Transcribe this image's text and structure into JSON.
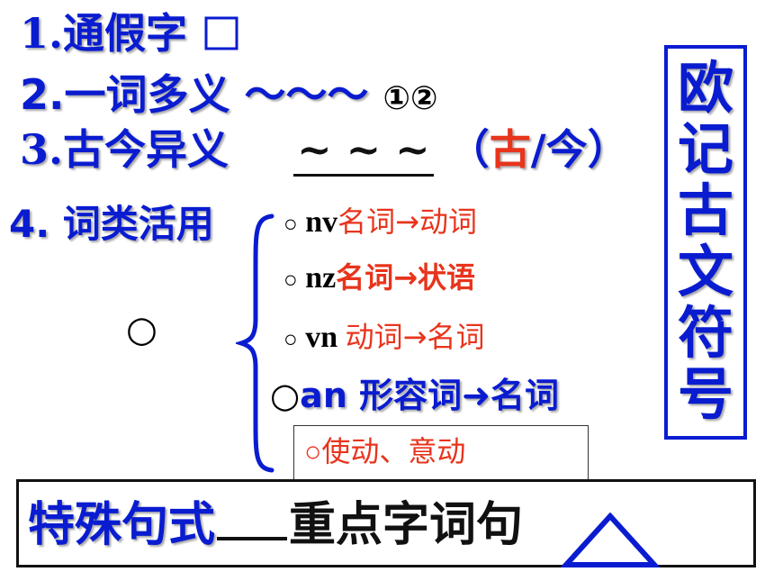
{
  "items": {
    "line1": "1.通假字",
    "line2": "2.一词多义",
    "line2_wave": "～～～",
    "line2_marks": "①②",
    "line3": "3.古今异义",
    "line3_tildes": "~ ~ ~",
    "line3_paren_open": "（",
    "line3_gu": "古",
    "line3_slash": "/",
    "line3_jin": "今",
    "line3_paren_close": "）",
    "line4": "4. 词类活用"
  },
  "conversions": [
    {
      "marker": "○",
      "code": "nv",
      "text": "名词→动词"
    },
    {
      "marker": "○",
      "code": "nz",
      "text": "名词→状语"
    },
    {
      "marker": "○",
      "code": "vn",
      "text": "动词→名词"
    },
    {
      "marker": "○",
      "code": "an",
      "text": "形容词➜名词"
    }
  ],
  "causative": "○使动、意动",
  "lone_circle": "○",
  "side_label": "欧记古文符号",
  "bottom": {
    "part1": "特殊句式",
    "part2": "重点字词句"
  },
  "colors": {
    "blue": "#0a1cd0",
    "red": "#e8341c",
    "black": "#111111"
  }
}
